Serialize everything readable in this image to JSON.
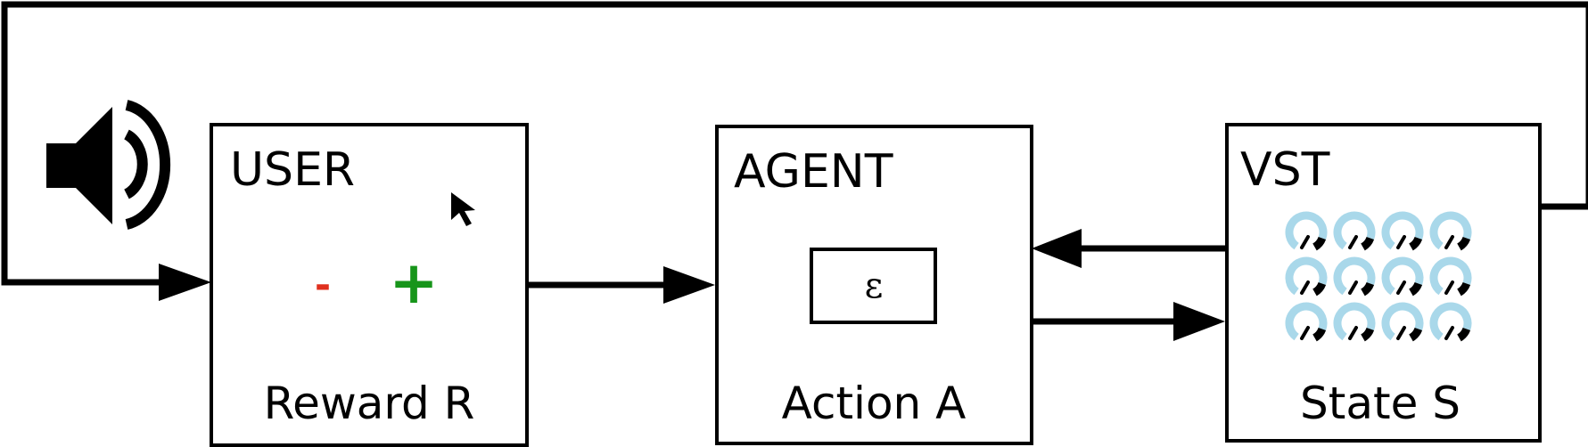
{
  "user": {
    "title": "USER",
    "label": "Reward R",
    "minus": "-",
    "plus": "+"
  },
  "agent": {
    "title": "AGENT",
    "label": "Action A",
    "epsilon": "ε"
  },
  "vst": {
    "title": "VST",
    "label": "State S",
    "knob_rows": 3,
    "knob_cols": 4
  },
  "colors": {
    "minus": "#e0301e",
    "plus": "#17951a",
    "knob": "#a9d8ea",
    "line": "#000000"
  },
  "icons": {
    "speaker": "speaker-icon",
    "cursor": "cursor-icon"
  }
}
